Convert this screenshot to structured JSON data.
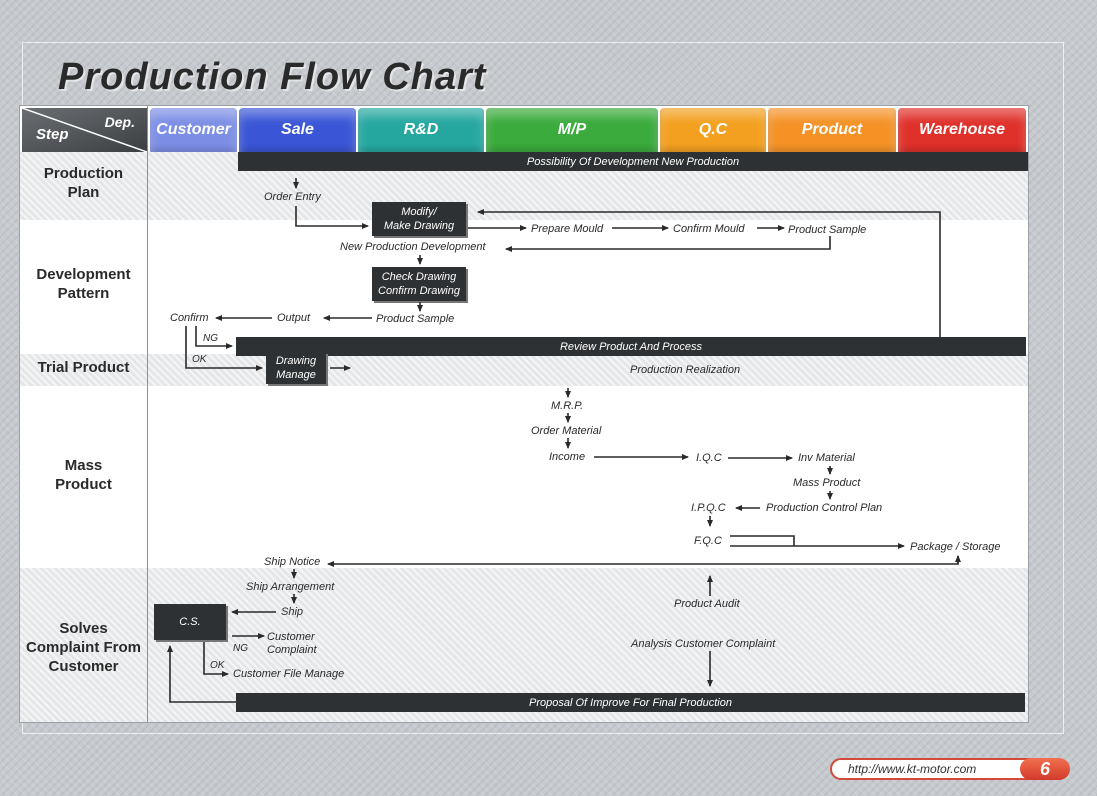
{
  "title": "Production Flow Chart",
  "header": {
    "step": "Step",
    "dep": "Dep.",
    "columns": [
      {
        "label": "Customer",
        "color": "#7c8ee6"
      },
      {
        "label": "Sale",
        "color": "#3a56d6"
      },
      {
        "label": "R&D",
        "color": "#25a7a0"
      },
      {
        "label": "M/P",
        "color": "#3aab3c"
      },
      {
        "label": "Q.C",
        "color": "#f3a020"
      },
      {
        "label": "Product",
        "color": "#f49226"
      },
      {
        "label": "Warehouse",
        "color": "#e0302a"
      }
    ]
  },
  "steps": {
    "production_plan": [
      "Production",
      "Plan"
    ],
    "development_pattern": [
      "Development",
      "Pattern"
    ],
    "trial_product": "Trial Product",
    "mass_product": [
      "Mass",
      "Product"
    ],
    "solves_complaint": [
      "Solves",
      "Complaint From",
      "Customer"
    ]
  },
  "bars": {
    "possibility": "Possibility Of Development New Production",
    "review": "Review Product And Process",
    "realization": "Production Realization",
    "proposal": "Proposal Of Improve For Final Production"
  },
  "boxes": {
    "modify": [
      "Modify/",
      "Make Drawing"
    ],
    "check": [
      "Check Drawing",
      "Confirm Drawing"
    ],
    "drawing_manage": [
      "Drawing",
      "Manage"
    ],
    "cs": "C.S."
  },
  "labels": {
    "order_entry": "Order Entry",
    "prepare_mould": "Prepare Mould",
    "confirm_mould": "Confirm Mould",
    "product_sample_top": "Product Sample",
    "new_production_development": "New Production Development",
    "confirm": "Confirm",
    "output": "Output",
    "product_sample": "Product Sample",
    "ng": "NG",
    "ok": "OK",
    "mrp": "M.R.P.",
    "order_material": "Order Material",
    "income": "Income",
    "iqc": "I.Q.C",
    "inv_material": "Inv Material",
    "mass_product": "Mass Product",
    "ipqc": "I.P.Q.C",
    "production_control_plan": "Production Control Plan",
    "fqc": "F.Q.C",
    "package_storage": "Package / Storage",
    "ship_notice": "Ship Notice",
    "ship_arrangement": "Ship Arrangement",
    "ship": "Ship",
    "customer_complaint": [
      "Customer",
      "Complaint"
    ],
    "ng2": "NG",
    "ok2": "OK",
    "customer_file_manage": "Customer File Manage",
    "product_audit": "Product Audit",
    "analysis_customer_complaint": "Analysis Customer Complaint"
  },
  "footer": {
    "url": "http://www.kt-motor.com",
    "page": "6"
  }
}
